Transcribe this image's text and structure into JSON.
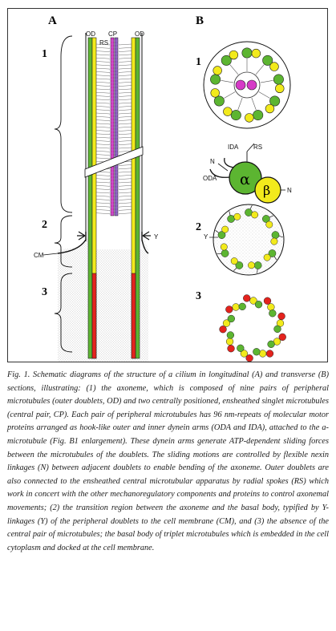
{
  "panels": {
    "A": {
      "letter": "A",
      "sections": [
        "1",
        "2",
        "3"
      ]
    },
    "B": {
      "letter": "B",
      "sections": [
        "1",
        "2",
        "3"
      ]
    }
  },
  "labels": {
    "od_left": "OD",
    "rs": "RS",
    "cp": "CP",
    "od_right": "OD",
    "cm": "CM",
    "y": "Y",
    "ida": "IDA",
    "rs_b": "RS",
    "n_left": "N",
    "oda": "ODA",
    "alpha": "α",
    "beta": "β",
    "n_right": "N",
    "y_b": "Y"
  },
  "colors": {
    "green": "#5cb531",
    "yellow": "#f2ea1c",
    "red": "#e4231d",
    "magenta": "#d63bc7",
    "purple": "#8a5cc0",
    "stipple": "#dcdcdc"
  },
  "caption": "Fig. 1. Schematic diagrams of the structure of a cilium in longitudinal (A) and transverse (B) sections, illustrating: (1) the axoneme, which is composed of nine pairs of peripheral microtubules (outer doublets, OD) and two centrally positioned, ensheathed singlet microtubules (central pair, CP). Each pair of peripheral microtubules has 96 nm-repeats of molecular motor proteins arranged as hook-like outer and inner dynein arms (ODA and IDA), attached to the a-microtubule (Fig. B1 enlargement). These dynein arms generate ATP-dependent sliding forces between the microtubules of the doublets. The sliding motions are controlled by flexible nexin linkages (N) between adjacent doublets to enable bending of the axoneme. Outer doublets are also connected to the ensheathed central microtubular apparatus by radial spokes (RS) which work in concert with the other mechanoregulatory components and proteins to control axonemal movements; (2) the transition region between the axoneme and the basal body, typified by Y-linkages (Y) of the peripheral doublets to the cell membrane (CM), and (3) the absence of the central pair of microtubules; the basal body of triplet microtubules which is embedded in the cell cytoplasm and docked at the cell membrane."
}
